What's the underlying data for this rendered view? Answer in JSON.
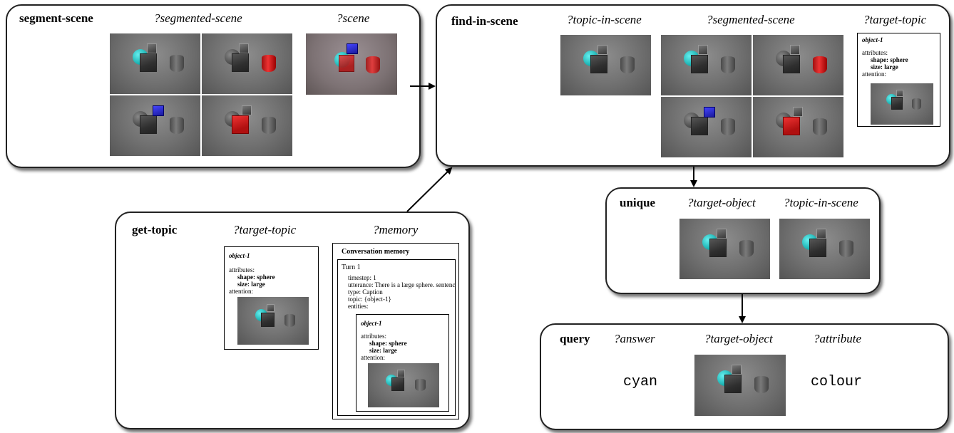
{
  "segment_scene": {
    "title": "segment-scene",
    "var_segmented": "?segmented-scene",
    "var_scene": "?scene"
  },
  "find_in_scene": {
    "title": "find-in-scene",
    "var_topic_in_scene": "?topic-in-scene",
    "var_segmented": "?segmented-scene",
    "var_target_topic": "?target-topic"
  },
  "unique": {
    "title": "unique",
    "var_target_object": "?target-object",
    "var_topic_in_scene": "?topic-in-scene"
  },
  "get_topic": {
    "title": "get-topic",
    "var_target_topic": "?target-topic",
    "var_memory": "?memory"
  },
  "query": {
    "title": "query",
    "var_answer": "?answer",
    "var_target_object": "?target-object",
    "var_attribute": "?attribute",
    "answer_value": "cyan",
    "attribute_value": "colour"
  },
  "object_card": {
    "name": "object-1",
    "attributes_label": "attributes:",
    "shape": "shape: sphere",
    "size": "size: large",
    "attention_label": "attention:"
  },
  "memory": {
    "header": "Conversation memory",
    "turn": "Turn 1",
    "timestep": "timestep: 1",
    "utterance": "utterance: There is a large sphere. sentence",
    "type": "type: Caption",
    "topic": "topic: {object-1}",
    "entities": "entities:"
  },
  "colors": {
    "cyan": "#22bbbb",
    "red": "#dd2222",
    "blue": "#2a2ad0",
    "grey": "#6f6f6f"
  }
}
